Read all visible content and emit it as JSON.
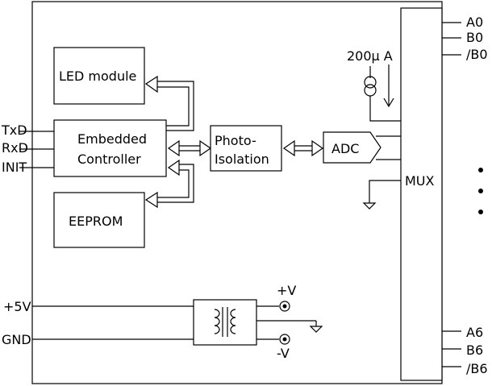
{
  "blocks": {
    "led_module": "LED module",
    "embedded_controller": [
      "Embedded",
      "Controller"
    ],
    "eeprom": "EEPROM",
    "photo_isolation": [
      "Photo-",
      "Isolation"
    ],
    "adc": "ADC",
    "mux": "MUX"
  },
  "current_source": "200μ A",
  "serial_pins": [
    "TxD",
    "RxD",
    "INIT"
  ],
  "power_pins": [
    "+5V",
    "GND"
  ],
  "isolated_outputs": [
    "+V",
    "-V"
  ],
  "channels_top": [
    "A0",
    "B0",
    "/B0"
  ],
  "channels_bottom": [
    "A6",
    "B6",
    "/B6"
  ]
}
